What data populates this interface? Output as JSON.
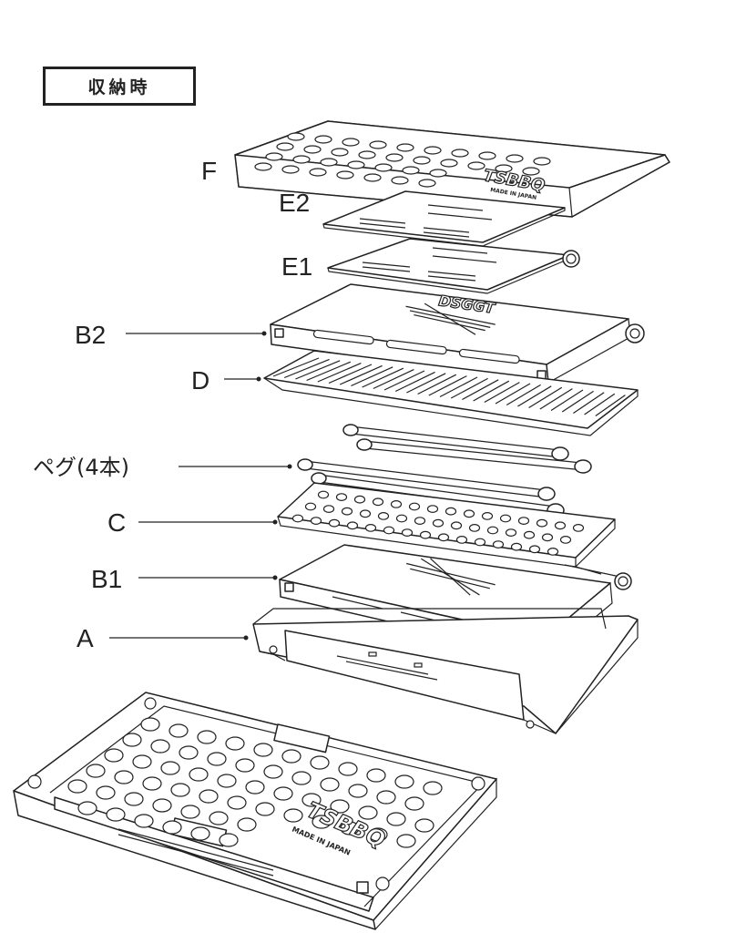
{
  "title": "収納時",
  "labels": {
    "F": "F",
    "E2": "E2",
    "E1": "E1",
    "B2": "B2",
    "D": "D",
    "peg": "ペグ(4本)",
    "C": "C",
    "B1": "B1",
    "A": "A"
  },
  "logo": {
    "brand": "TSBBQ",
    "made_in": "MADE IN JAPAN",
    "reversed_mark": "DSGGT"
  },
  "colors": {
    "line": "#222222",
    "background": "#ffffff"
  }
}
